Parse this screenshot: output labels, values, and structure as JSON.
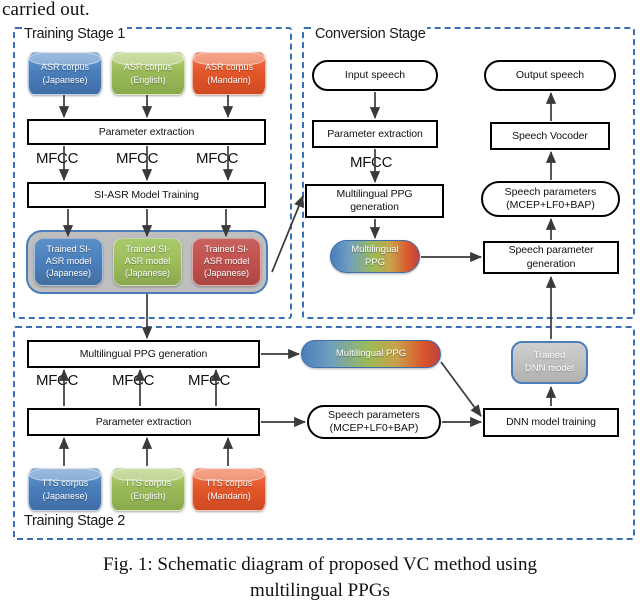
{
  "page": {
    "intro_text": "carried out.",
    "caption_line1": "Fig. 1:  Schematic diagram of proposed VC method using",
    "caption_line2": "multilingual PPGs"
  },
  "colors": {
    "stage_border": "#3a6fb5",
    "corpus_blue": "#4a7ebb",
    "corpus_green": "#9bbb59",
    "corpus_orange": "#e4572a",
    "model_red": "#c0504d",
    "model_group_gray": "#bfbfbf",
    "box_outline": "#000000",
    "arrow": "#444444"
  },
  "training_stage_1": {
    "label": "Training Stage 1",
    "corpora": [
      {
        "name": "corpus-asr-japanese",
        "line1": "ASR corpus",
        "line2": "(Japanese)",
        "color": "#4a7ebb"
      },
      {
        "name": "corpus-asr-english",
        "line1": "ASR corpus",
        "line2": "(English)",
        "color": "#9bbb59"
      },
      {
        "name": "corpus-asr-mandarin",
        "line1": "ASR corpus",
        "line2": "(Mandarin)",
        "color": "#e4572a"
      }
    ],
    "parameter_extraction": "Parameter extraction",
    "mfcc_labels": [
      "MFCC",
      "MFCC",
      "MFCC"
    ],
    "si_asr_training": "SI-ASR Model Training",
    "trained_models": [
      {
        "name": "trained-si-asr-model-1",
        "line1": "Trained SI-",
        "line2": "ASR model",
        "line3": "(Japanese)",
        "color": "#4a7ebb"
      },
      {
        "name": "trained-si-asr-model-2",
        "line1": "Trained SI-",
        "line2": "ASR model",
        "line3": "(Japanese)",
        "color": "#9bbb59"
      },
      {
        "name": "trained-si-asr-model-3",
        "line1": "Trained SI-",
        "line2": "ASR model",
        "line3": "(Japanese)",
        "color": "#c0504d"
      }
    ]
  },
  "conversion_stage": {
    "label": "Conversion Stage",
    "input_speech": "Input speech",
    "parameter_extraction": "Parameter extraction",
    "mfcc_label": "MFCC",
    "ppg_generation_line1": "Multilingual PPG",
    "ppg_generation_line2": "generation",
    "multilingual_ppg_line1": "Multilingual",
    "multilingual_ppg_line2": "PPG",
    "speech_parameter_generation_line1": "Speech parameter",
    "speech_parameter_generation_line2": "generation",
    "speech_parameters_line1": "Speech parameters",
    "speech_parameters_line2": "(MCEP+LF0+BAP)",
    "speech_vocoder": "Speech Vocoder",
    "output_speech": "Output speech"
  },
  "training_stage_2": {
    "label": "Training Stage 2",
    "ppg_generation": "Multilingual PPG generation",
    "mfcc_labels": [
      "MFCC",
      "MFCC",
      "MFCC"
    ],
    "parameter_extraction": "Parameter extraction",
    "multilingual_ppg": "Multilingual PPG",
    "speech_parameters_line1": "Speech parameters",
    "speech_parameters_line2": "(MCEP+LF0+BAP)",
    "dnn_model_training": "DNN model training",
    "trained_dnn_line1": "Trained",
    "trained_dnn_line2": "DNN model",
    "corpora": [
      {
        "name": "corpus-tts-japanese",
        "line1": "TTS corpus",
        "line2": "(Japanese)",
        "color": "#4a7ebb"
      },
      {
        "name": "corpus-tts-english",
        "line1": "TTS corpus",
        "line2": "(English)",
        "color": "#9bbb59"
      },
      {
        "name": "corpus-tts-mandarin",
        "line1": "TTS corpus",
        "line2": "(Mandarin)",
        "color": "#e4572a"
      }
    ]
  }
}
